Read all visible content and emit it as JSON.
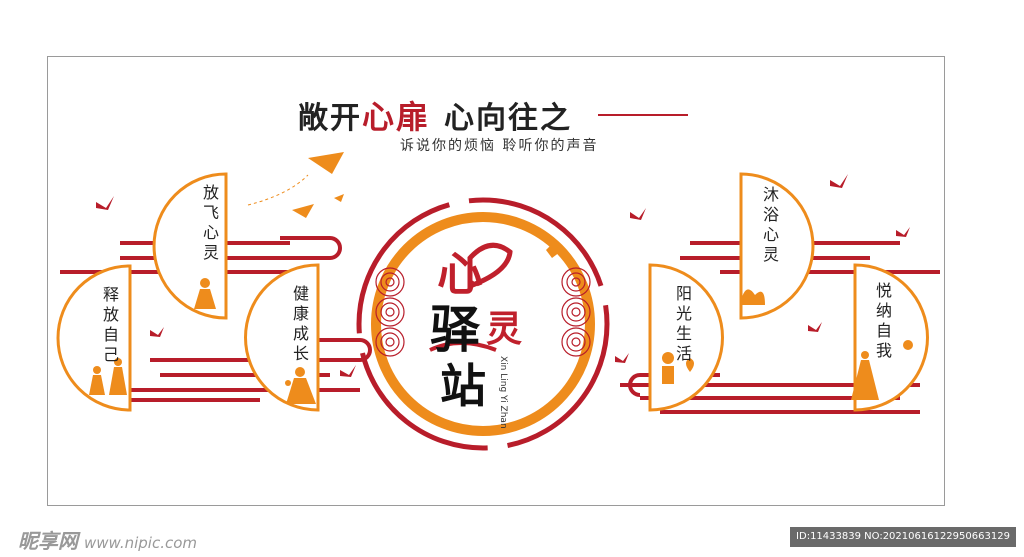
{
  "title": {
    "part1": "敞开",
    "part2": "心扉",
    "part3": "心向往之"
  },
  "subtitle": "诉说你的烦恼 聆听你的声音",
  "panels": {
    "fang_fei": "放飞心灵",
    "shi_fang": "释放自己",
    "jian_kang": "健康成长",
    "mu_yu": "沐浴心灵",
    "yang_guang": "阳光生活",
    "yue_na": "悦纳自我"
  },
  "center": {
    "xin": "心",
    "yi": "驿",
    "ling": "灵",
    "zhan": "站",
    "pinyin": "Xin Ling Yi Zhan"
  },
  "footer": {
    "logo": "昵享网",
    "url": "www.nipic.com",
    "watermark": "ID:11433839 NO:20210616122950663129"
  },
  "colors": {
    "red": "#b81d2a",
    "orange": "#ee8c1c",
    "frame": "#9a9a9a"
  }
}
